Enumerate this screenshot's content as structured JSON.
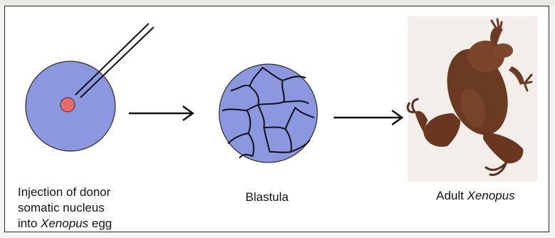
{
  "diagram": {
    "step1_label_lines": [
      "Injection of donor",
      "somatic nucleus",
      "into "
    ],
    "step1_label_italic": "Xenopus",
    "step1_label_end": " egg",
    "step2_label": "Blastula",
    "step3_label_prefix": "Adult ",
    "step3_label_italic": "Xenopus",
    "colors": {
      "egg_fill": "#8b98e0",
      "nucleus_fill": "#e86a6a",
      "frog_body": "#6b3a22",
      "frame": "#2a2a2a"
    }
  }
}
